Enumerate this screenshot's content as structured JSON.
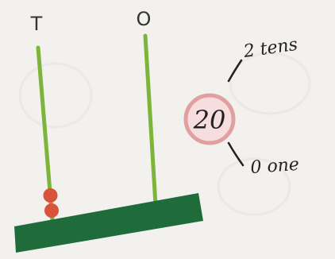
{
  "abacus": {
    "rod_labels": {
      "tens": "T",
      "ones": "O"
    },
    "tens_beads": 2,
    "ones_beads": 0,
    "colors": {
      "rod": "#7cb53a",
      "base": "#1f6b3a",
      "bead": "#d9533a"
    }
  },
  "number_bubble": {
    "value": "20",
    "ring_color": "#e0a0a0",
    "fill_color": "#f6dede"
  },
  "annotations": {
    "tens_note": "2 tens",
    "ones_note": "0 one"
  }
}
